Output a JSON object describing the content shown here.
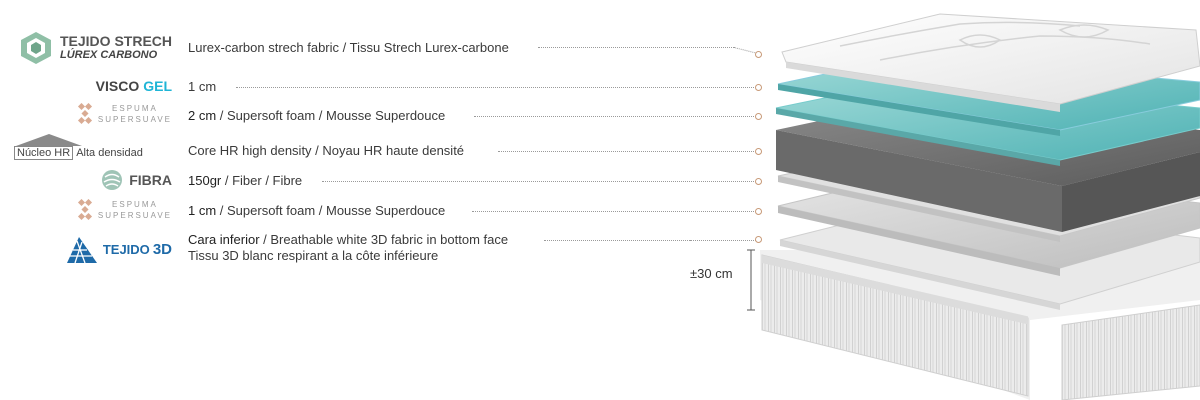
{
  "layers": [
    {
      "logo": {
        "line1": "TEJIDO STRECH",
        "line2": "LÚREX CARBONO",
        "icon": "hexagon-icon",
        "color": "#6fa58a"
      },
      "parts": [
        {
          "text": "Lurex-carbon strech fabric / Tissu Strech Lurex-carbone",
          "strong": false
        }
      ]
    },
    {
      "logo": {
        "line1": "VISCO",
        "line2": "GEL",
        "icon": "",
        "color": "#1fb5d6"
      },
      "parts": [
        {
          "text": "1 cm",
          "strong": true
        }
      ]
    },
    {
      "logo": {
        "line1": "ESPUMA",
        "line2": "SUPERSUAVE",
        "icon": "foam-icon",
        "color": "#d4a189"
      },
      "parts": [
        {
          "text": "2 cm",
          "strong": true
        },
        {
          "text": " / Supersoft foam / Mousse Superdouce",
          "strong": false
        }
      ]
    },
    {
      "logo": {
        "line1": "Núcleo HR",
        "line2": "Alta densidad",
        "icon": "house-icon",
        "color": "#7f7f7f"
      },
      "parts": [
        {
          "text": "Core HR high density / Noyau HR haute densité",
          "strong": false
        }
      ]
    },
    {
      "logo": {
        "line1": "FIBRA",
        "line2": "",
        "icon": "globe-icon",
        "color": "#7fa79a"
      },
      "parts": [
        {
          "text": "150gr",
          "strong": true
        },
        {
          "text": " / Fiber / Fibre",
          "strong": false
        }
      ]
    },
    {
      "logo": {
        "line1": "ESPUMA",
        "line2": "SUPERSUAVE",
        "icon": "foam-icon",
        "color": "#d4a189"
      },
      "parts": [
        {
          "text": "1 cm",
          "strong": true
        },
        {
          "text": " / Supersoft foam / Mousse Superdouce",
          "strong": false
        }
      ]
    },
    {
      "logo": {
        "line1": "TEJIDO",
        "line2": "3D",
        "icon": "mesh-icon",
        "color": "#1e6aa8"
      },
      "parts": [
        {
          "text": "Cara inferior",
          "strong": true
        },
        {
          "text": " / Breathable white 3D fabric in bottom face",
          "strong": false
        }
      ],
      "line2": "Tissu 3D blanc respirant a la côte inférieure"
    }
  ],
  "thickness": "±30 cm",
  "colors": {
    "leader": "#9a9a9a",
    "dot": "#c89a78",
    "gel": "#6fc3c4",
    "core": "#6d6d6d",
    "foam": "#cfcfcf",
    "fabric": "#f4f4f4"
  }
}
